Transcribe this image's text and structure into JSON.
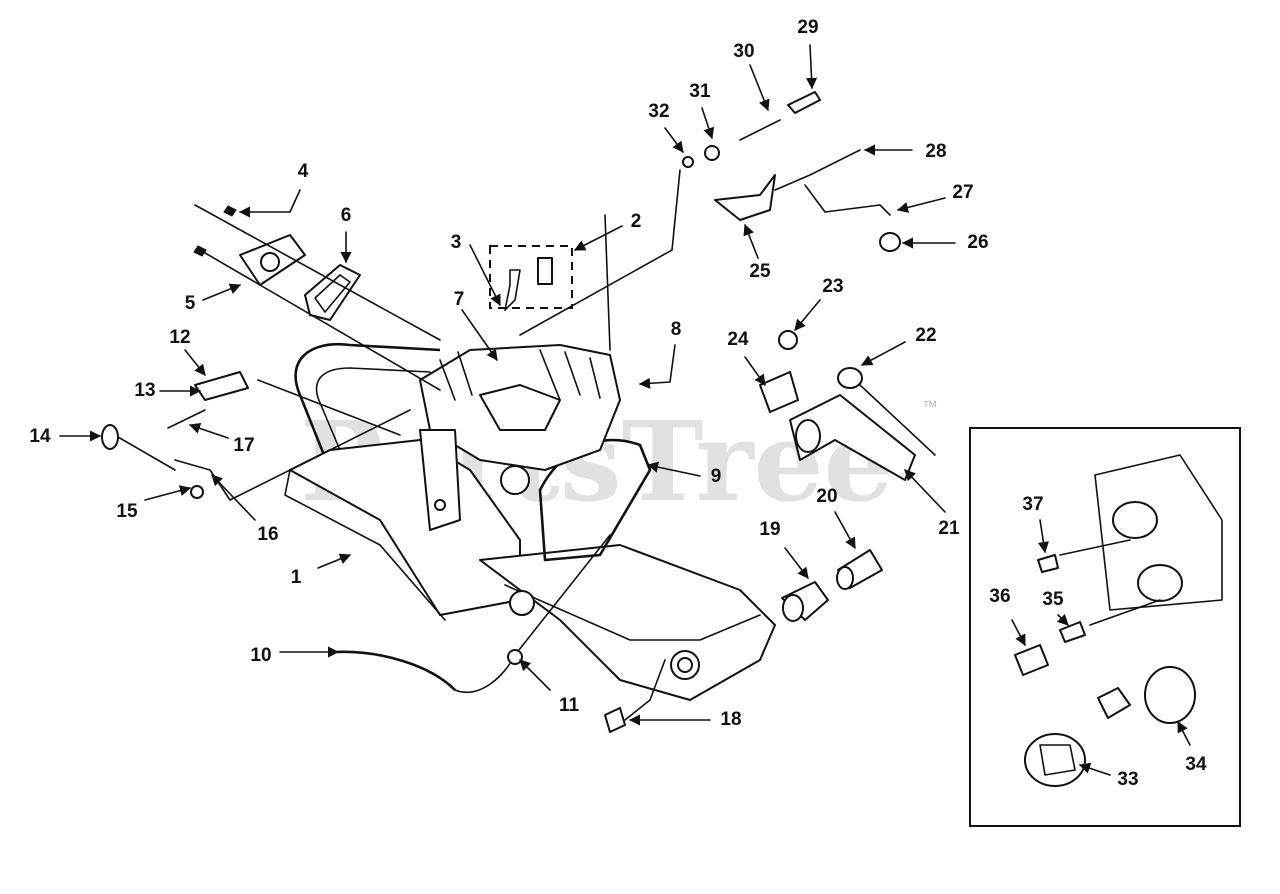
{
  "watermark": {
    "text": "PartsTree",
    "trademark": "™"
  },
  "callouts": [
    "1",
    "2",
    "3",
    "4",
    "5",
    "6",
    "7",
    "8",
    "9",
    "10",
    "11",
    "12",
    "13",
    "14",
    "15",
    "16",
    "17",
    "18",
    "19",
    "20",
    "21",
    "22",
    "23",
    "24",
    "25",
    "26",
    "27",
    "28",
    "29",
    "30",
    "31",
    "32",
    "33",
    "34",
    "35",
    "36",
    "37"
  ]
}
